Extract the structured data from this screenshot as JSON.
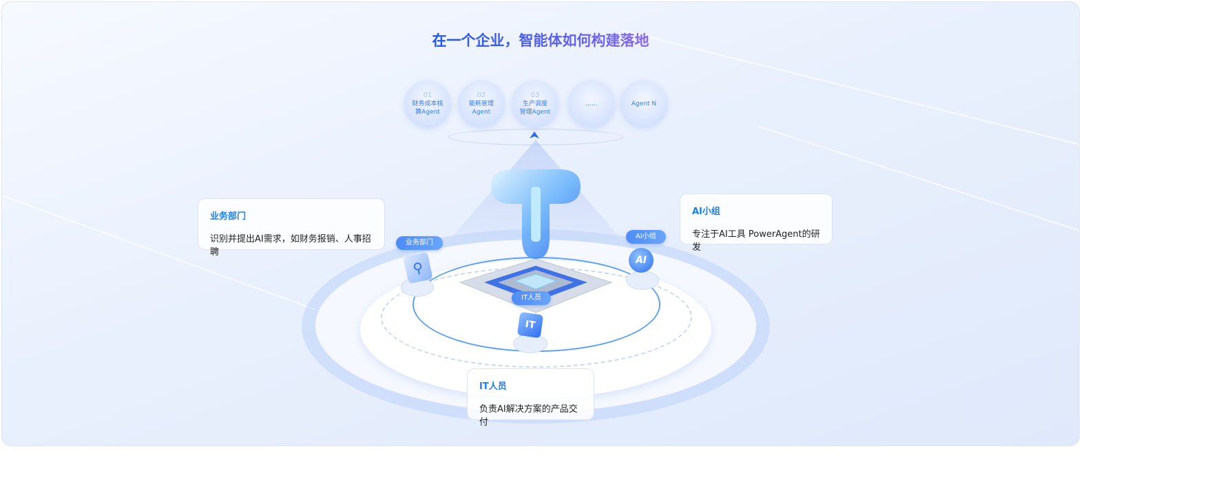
{
  "title": "在一个企业，智能体如何构建落地",
  "agents": [
    {
      "num": "01",
      "name": "财务成本核算Agent",
      "line1": "财务成本核",
      "line2": "算Agent"
    },
    {
      "num": "02",
      "name": "能耗管理Agent",
      "line1": "能耗管理",
      "line2": "Agent"
    },
    {
      "num": "03",
      "name": "生产调度管理Agent",
      "line1": "生产调度",
      "line2": "管理Agent"
    },
    {
      "num": "",
      "name": "......",
      "line1": "......",
      "line2": ""
    },
    {
      "num": "",
      "name": "Agent N",
      "line1": "Agent N",
      "line2": ""
    }
  ],
  "roles": {
    "business": {
      "pill": "业务部门",
      "title": "业务部门",
      "desc": "识别并提出AI需求，如财务报销、人事招聘"
    },
    "ai_team": {
      "pill": "AI小组",
      "title": "AI小组",
      "desc": "专注于AI工具 PowerAgent的研发"
    },
    "it": {
      "pill": "IT人员",
      "title": "IT人员",
      "desc": "负责AI解决方案的产品交付"
    }
  },
  "icons": {
    "business": "document-search-icon",
    "ai": "ai-badge-icon",
    "it": "it-cube-icon",
    "logo": "t-logo-icon",
    "chip": "chip-icon",
    "arrow": "arrow-up-icon"
  },
  "labels": {
    "ai_glyph": "AI",
    "it_glyph": "IT"
  },
  "colors": {
    "accent": "#1b7ef2",
    "title_start": "#1a55f0",
    "title_end": "#8a68e8",
    "pill": "#4d8cf6"
  }
}
